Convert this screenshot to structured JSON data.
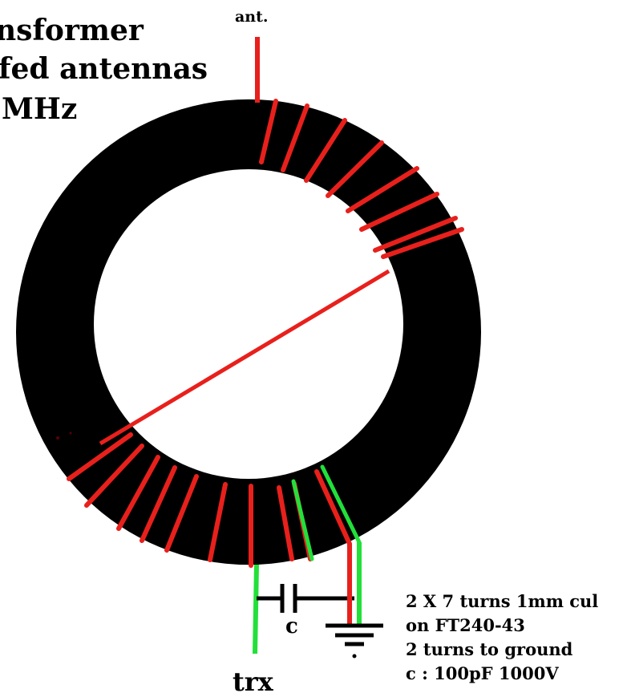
{
  "title": {
    "line1": "nsformer",
    "line2": "fed antennas",
    "line3": "MHz"
  },
  "labels": {
    "antenna": "ant.",
    "transceiver": "trx",
    "capacitor": "c"
  },
  "notes": [
    "2 X 7 turns 1mm cul",
    "on FT240-43",
    "2 turns to ground",
    "c : 100pF 1000V"
  ],
  "colors": {
    "core": "#000000",
    "primary_winding": "#e8201c",
    "ground_winding": "#22e03a",
    "background": "#ffffff"
  },
  "components": {
    "core": "ferrite-toroid",
    "capacitor_symbol": "capacitor",
    "ground_symbol": "ground"
  }
}
